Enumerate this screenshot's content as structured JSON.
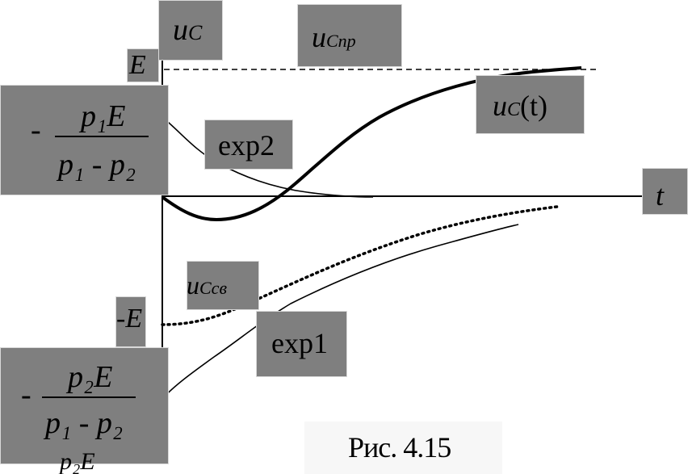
{
  "labels": {
    "uC": "u",
    "uC_sub": "C",
    "uCpr": "u",
    "uCpr_sub": "Cпр",
    "E": "E",
    "minusE": "-E",
    "uCt": "u",
    "uCt_sub": "C",
    "uCt_arg": "(t)",
    "exp2": "exp2",
    "exp1": "exp1",
    "t": "t",
    "uCsv": "u",
    "uCsv_sub": "Cсв",
    "caption": "Рис. 4.15",
    "bottom_text": "p₂E"
  },
  "fraction_top": {
    "sign": "-",
    "numerator": "p₁E",
    "denominator_left": "p₁",
    "denominator_minus": "-",
    "denominator_right": "p₂"
  },
  "fraction_bottom": {
    "sign": "-",
    "numerator": "p₂E",
    "denominator_left": "p₁",
    "denominator_minus": "-",
    "denominator_right": "p₂"
  },
  "colors": {
    "label_box": "#7f7f7f",
    "curve": "#000000",
    "background": "#ffffff"
  }
}
